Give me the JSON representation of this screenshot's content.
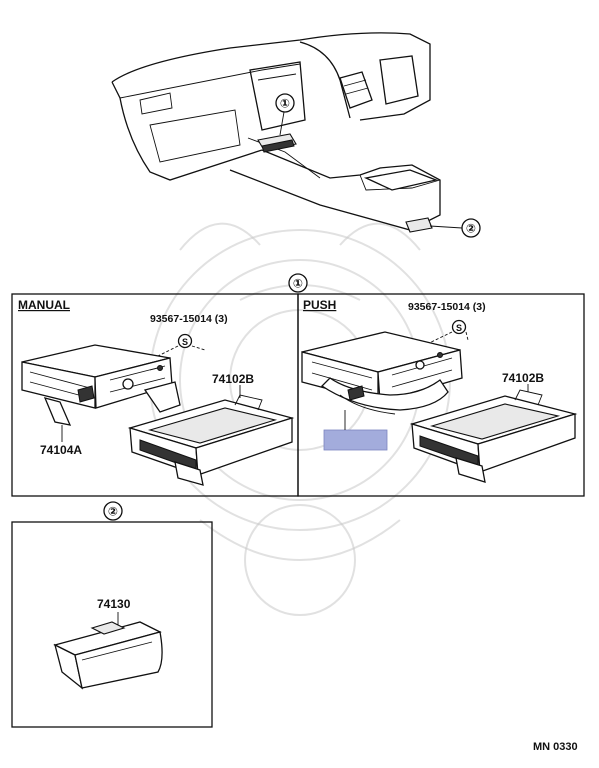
{
  "callouts": {
    "one": "①",
    "two": "②"
  },
  "panel_manual": {
    "header": "MANUAL",
    "fastener": "93567-15014 (3)",
    "fastener_symbol": "S",
    "part_bracket": "74104A",
    "part_box": "74102B"
  },
  "panel_push": {
    "header": "PUSH",
    "fastener": "93567-15014 (3)",
    "fastener_symbol": "S",
    "part_box": "74102B",
    "redacted_label_color": "#a3acdc"
  },
  "panel_two": {
    "part": "74130"
  },
  "footer": {
    "code": "MN 0330"
  }
}
